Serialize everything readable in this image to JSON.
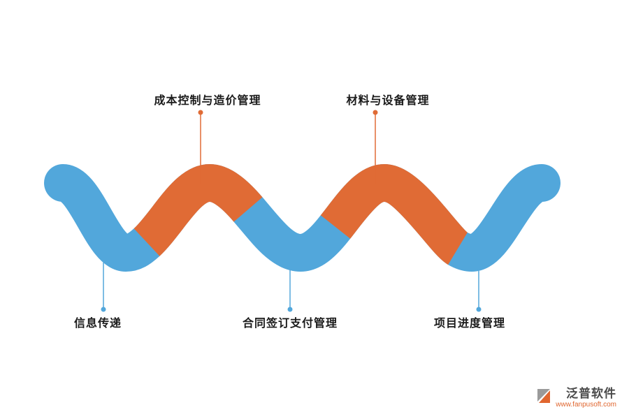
{
  "colors": {
    "blue": "#52a7db",
    "orange": "#e06b35",
    "text": "#1a1a1a"
  },
  "labels": {
    "top": [
      {
        "text": "成本控制与造价管理"
      },
      {
        "text": "材料与设备管理"
      }
    ],
    "bottom": [
      {
        "text": "信息传递"
      },
      {
        "text": "合同签订支付管理"
      },
      {
        "text": "项目进度管理"
      }
    ]
  },
  "logo": {
    "name": "泛普软件",
    "url": "www.fanpusoft.com"
  }
}
